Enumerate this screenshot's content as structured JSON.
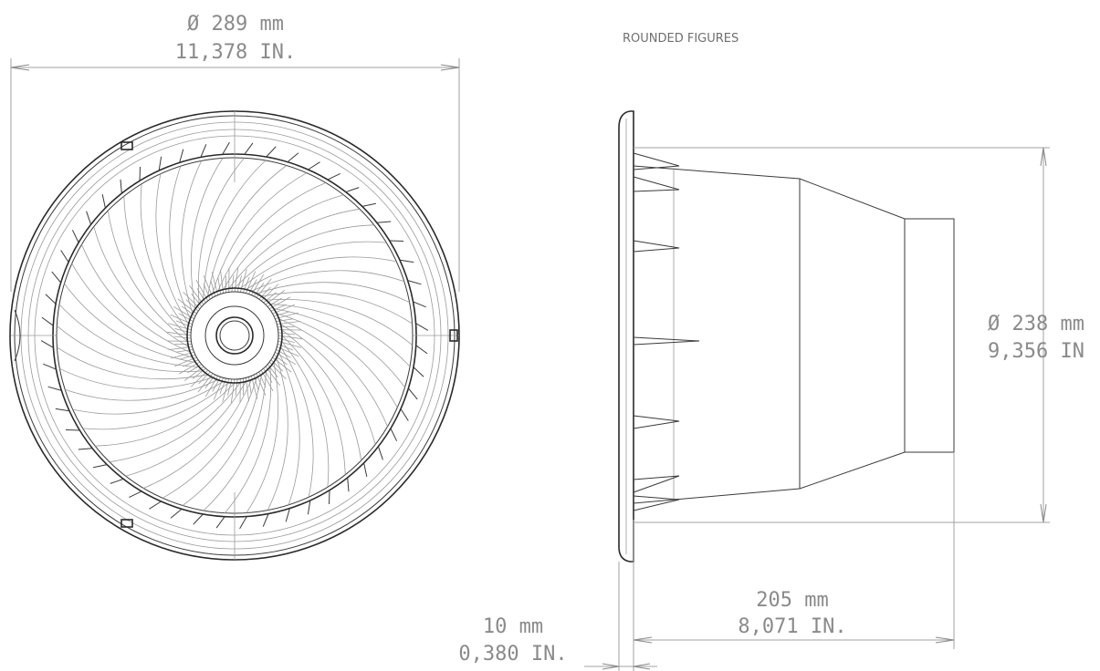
{
  "note": "ROUNDED FIGURES",
  "front_view": {
    "diameter_mm": "Ø 289 mm",
    "diameter_in": "11,378 IN."
  },
  "side_view": {
    "diameter_mm": "Ø 238 mm",
    "diameter_in": "9,356 IN",
    "depth_mm": "205 mm",
    "depth_in": "8,071 IN.",
    "flange_mm": "10 mm",
    "flange_in": "0,380 IN."
  }
}
